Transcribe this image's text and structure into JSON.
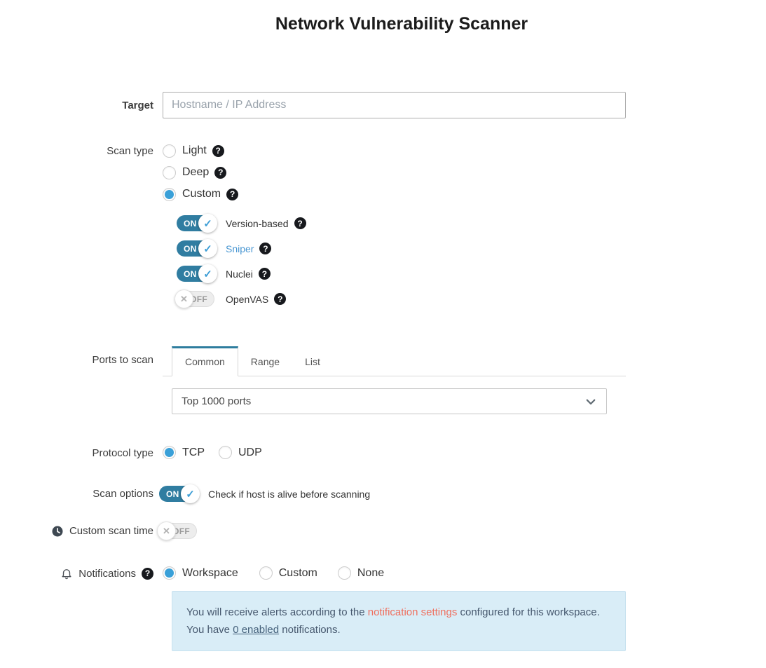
{
  "title": "Network Vulnerability Scanner",
  "icons": {
    "help": "?",
    "check": "✓",
    "cross": "✕"
  },
  "colors": {
    "accent_blue": "#3aa0d8",
    "toggle_on": "#307da1",
    "tab_accent": "#2e7d9e",
    "link_red": "#ef6f5e",
    "info_bg": "#d9edf7"
  },
  "form": {
    "target": {
      "label": "Target",
      "placeholder": "Hostname / IP Address"
    },
    "scan_type": {
      "label": "Scan type",
      "options": [
        {
          "label": "Light",
          "selected": false
        },
        {
          "label": "Deep",
          "selected": false
        },
        {
          "label": "Custom",
          "selected": true
        }
      ]
    },
    "custom_tools": [
      {
        "label": "Version-based",
        "state": "ON"
      },
      {
        "label": "Sniper",
        "state": "ON"
      },
      {
        "label": "Nuclei",
        "state": "ON"
      },
      {
        "label": "OpenVAS",
        "state": "OFF"
      }
    ],
    "ports": {
      "label": "Ports to scan",
      "tabs": [
        {
          "label": "Common",
          "active": true
        },
        {
          "label": "Range",
          "active": false
        },
        {
          "label": "List",
          "active": false
        }
      ],
      "selected_option": "Top 1000 ports"
    },
    "protocol": {
      "label": "Protocol type",
      "options": [
        {
          "label": "TCP",
          "selected": true
        },
        {
          "label": "UDP",
          "selected": false
        }
      ]
    },
    "scan_options": {
      "label": "Scan options",
      "toggle_state": "ON",
      "toggle_label": "Check if host is alive before scanning"
    },
    "custom_scan_time": {
      "label": "Custom scan time",
      "toggle_state": "OFF"
    },
    "notifications": {
      "label": "Notifications",
      "options": [
        {
          "label": "Workspace",
          "selected": true
        },
        {
          "label": "Custom",
          "selected": false
        },
        {
          "label": "None",
          "selected": false
        }
      ],
      "info": {
        "line1_before": "You will receive alerts according to the ",
        "line1_link": "notification settings",
        "line1_after": " configured for this workspace.",
        "line2_before": "You have ",
        "line2_link": "0 enabled",
        "line2_after": " notifications."
      }
    }
  }
}
